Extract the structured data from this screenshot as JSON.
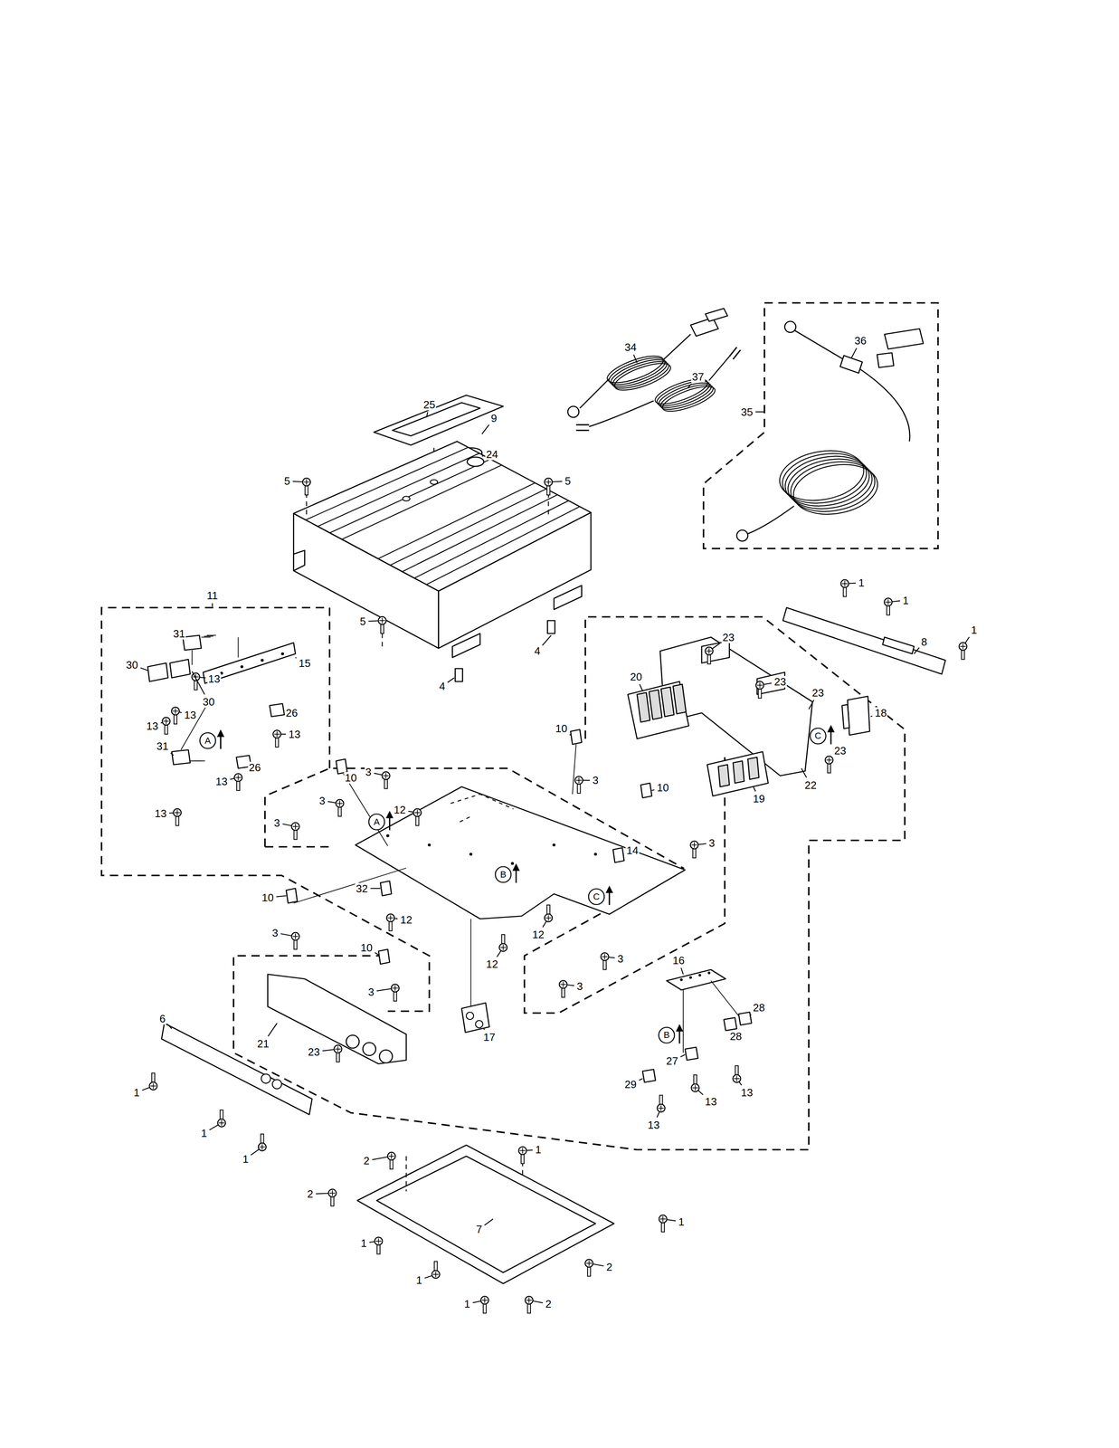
{
  "diagram": {
    "labels": [
      "34",
      "37",
      "36",
      "35",
      "25",
      "24",
      "9",
      "5",
      "5",
      "5",
      "4",
      "4",
      "11",
      "31",
      "13",
      "15",
      "30",
      "30",
      "13",
      "13",
      "26",
      "13",
      "31",
      "13",
      "26",
      "13",
      "A",
      "A",
      "B",
      "C",
      "B",
      "C",
      "1",
      "1",
      "1",
      "8",
      "23",
      "23",
      "23",
      "23",
      "20",
      "18",
      "22",
      "19",
      "10",
      "10",
      "10",
      "3",
      "3",
      "3",
      "3",
      "12",
      "14",
      "3",
      "10",
      "32",
      "12",
      "3",
      "12",
      "12",
      "3",
      "3",
      "10",
      "3",
      "16",
      "28",
      "28",
      "17",
      "21",
      "23",
      "6",
      "1",
      "1",
      "1",
      "27",
      "29",
      "13",
      "13",
      "13",
      "2",
      "1",
      "7",
      "2",
      "1",
      "1",
      "2",
      "1",
      "1",
      "2"
    ]
  }
}
